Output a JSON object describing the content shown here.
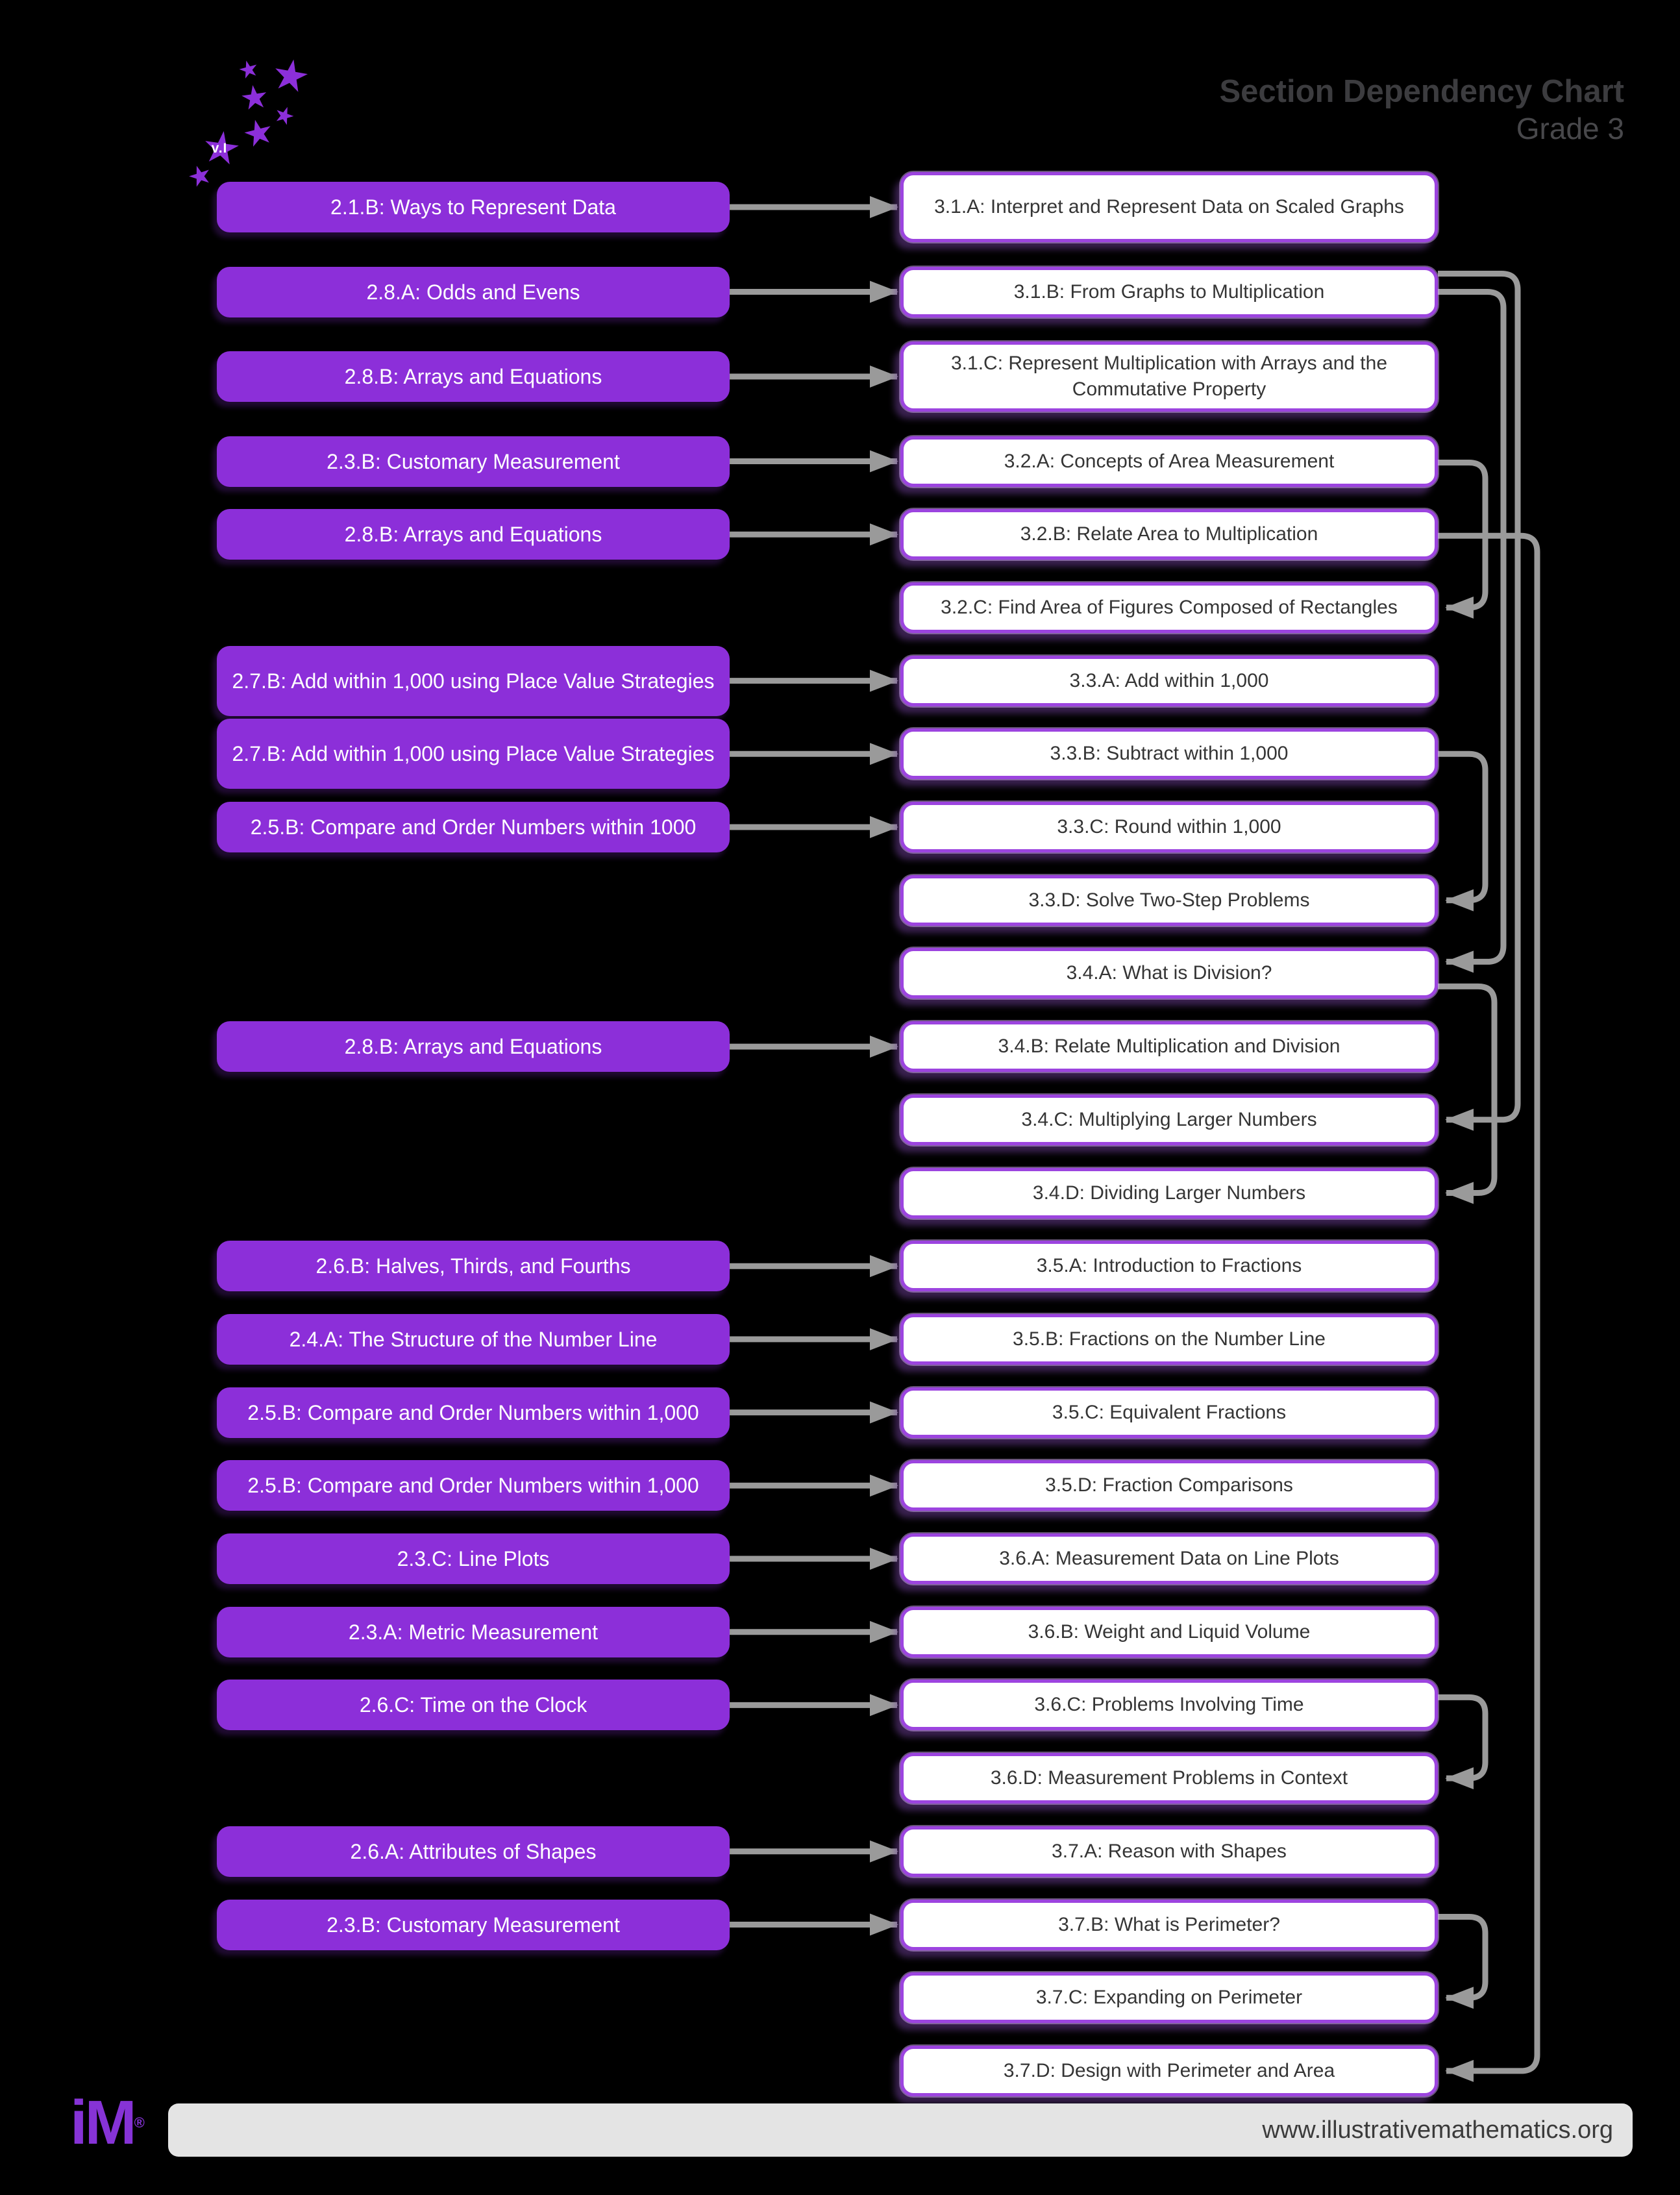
{
  "header": {
    "title": "Section Dependency Chart",
    "subtitle": "Grade 3",
    "star_label": "v.I"
  },
  "footer": {
    "logo": "iM",
    "registered": "®",
    "url": "www.illustrativemathematics.org"
  },
  "colors": {
    "background": "#000000",
    "grade2_box_fill": "#8C2FD9",
    "grade3_box_border": "#9C44DF",
    "grade3_box_fill": "#FFFFFF",
    "arrow_gray": "#9A9A9A",
    "title_gray": "#3c3c3f",
    "footer_bar": "#E4E4E4"
  },
  "star_icon": "★",
  "rows": [
    {
      "left": {
        "label": "2.1.B: Ways to Represent Data",
        "lines": 1
      },
      "right": {
        "label": "3.1.A: Interpret and Represent Data on Scaled Graphs",
        "lines": 2
      }
    },
    {
      "left": {
        "label": "2.8.A: Odds and Evens",
        "lines": 1
      },
      "right": {
        "label": "3.1.B: From Graphs to Multiplication",
        "lines": 1
      }
    },
    {
      "left": {
        "label": "2.8.B: Arrays and Equations",
        "lines": 1
      },
      "right": {
        "label": "3.1.C: Represent Multiplication with Arrays and the Commutative Property",
        "lines": 2
      }
    },
    {
      "left": {
        "label": "2.3.B: Customary Measurement",
        "lines": 1
      },
      "right": {
        "label": "3.2.A: Concepts of Area Measurement",
        "lines": 1
      }
    },
    {
      "left": {
        "label": "2.8.B: Arrays and Equations",
        "lines": 1
      },
      "right": {
        "label": "3.2.B: Relate Area to Multiplication",
        "lines": 1
      }
    },
    {
      "left": null,
      "right": {
        "label": "3.2.C: Find Area of Figures Composed of Rectangles",
        "lines": 1
      }
    },
    {
      "left": {
        "label": "2.7.B: Add within 1,000 using Place Value Strategies",
        "lines": 2
      },
      "right": {
        "label": "3.3.A: Add within 1,000",
        "lines": 1
      }
    },
    {
      "left": {
        "label": "2.7.B: Add within 1,000 using Place Value Strategies",
        "lines": 2
      },
      "right": {
        "label": "3.3.B: Subtract within 1,000",
        "lines": 1
      }
    },
    {
      "left": {
        "label": "2.5.B: Compare and Order Numbers within 1000",
        "lines": 1
      },
      "right": {
        "label": "3.3.C: Round within 1,000",
        "lines": 1
      }
    },
    {
      "left": null,
      "right": {
        "label": "3.3.D: Solve Two-Step Problems",
        "lines": 1
      }
    },
    {
      "left": null,
      "right": {
        "label": "3.4.A: What is Division?",
        "lines": 1
      }
    },
    {
      "left": {
        "label": "2.8.B: Arrays and Equations",
        "lines": 1
      },
      "right": {
        "label": "3.4.B: Relate Multiplication and Division",
        "lines": 1
      }
    },
    {
      "left": null,
      "right": {
        "label": "3.4.C: Multiplying Larger Numbers",
        "lines": 1
      }
    },
    {
      "left": null,
      "right": {
        "label": "3.4.D: Dividing Larger Numbers",
        "lines": 1
      }
    },
    {
      "left": {
        "label": "2.6.B: Halves, Thirds, and Fourths",
        "lines": 1
      },
      "right": {
        "label": "3.5.A: Introduction to Fractions",
        "lines": 1
      }
    },
    {
      "left": {
        "label": "2.4.A: The Structure of the Number Line",
        "lines": 1
      },
      "right": {
        "label": "3.5.B: Fractions on the Number Line",
        "lines": 1
      }
    },
    {
      "left": {
        "label": "2.5.B: Compare and Order Numbers within 1,000",
        "lines": 1
      },
      "right": {
        "label": "3.5.C: Equivalent Fractions",
        "lines": 1
      }
    },
    {
      "left": {
        "label": "2.5.B: Compare and Order Numbers within 1,000",
        "lines": 1
      },
      "right": {
        "label": "3.5.D: Fraction Comparisons",
        "lines": 1
      }
    },
    {
      "left": {
        "label": "2.3.C: Line Plots",
        "lines": 1
      },
      "right": {
        "label": "3.6.A: Measurement Data on Line Plots",
        "lines": 1
      }
    },
    {
      "left": {
        "label": "2.3.A: Metric Measurement",
        "lines": 1
      },
      "right": {
        "label": "3.6.B: Weight and Liquid Volume",
        "lines": 1
      }
    },
    {
      "left": {
        "label": "2.6.C: Time on the Clock",
        "lines": 1
      },
      "right": {
        "label": "3.6.C: Problems Involving Time",
        "lines": 1
      }
    },
    {
      "left": null,
      "right": {
        "label": "3.6.D: Measurement Problems in Context",
        "lines": 1
      }
    },
    {
      "left": {
        "label": "2.6.A: Attributes of Shapes",
        "lines": 1
      },
      "right": {
        "label": "3.7.A: Reason with Shapes",
        "lines": 1
      }
    },
    {
      "left": {
        "label": "2.3.B: Customary Measurement",
        "lines": 1
      },
      "right": {
        "label": "3.7.B: What is Perimeter?",
        "lines": 1
      }
    },
    {
      "left": null,
      "right": {
        "label": "3.7.C: Expanding on Perimeter",
        "lines": 1
      }
    },
    {
      "left": null,
      "right": {
        "label": "3.7.D: Design with Perimeter and Area",
        "lines": 1
      }
    }
  ],
  "connectors": [
    {
      "from": "3.1.B",
      "to": "3.4.C"
    },
    {
      "from": "3.1.B",
      "to": "3.4.A"
    },
    {
      "from": "3.2.A",
      "to": "3.2.C"
    },
    {
      "from": "3.2.B",
      "to": "3.7.D"
    },
    {
      "from": "3.3.B",
      "to": "3.3.D"
    },
    {
      "from": "3.4.A",
      "to": "3.4.D"
    },
    {
      "from": "3.6.C",
      "to": "3.6.D"
    },
    {
      "from": "3.7.B",
      "to": "3.7.C"
    }
  ]
}
